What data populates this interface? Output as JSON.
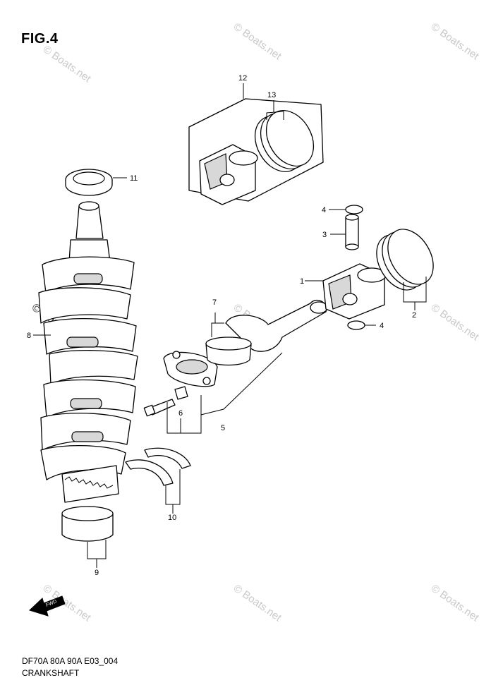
{
  "figure": {
    "title": "FIG.4"
  },
  "footer": {
    "model_code": "DF70A 80A 90A E03_004",
    "section_name": "CRANKSHAFT"
  },
  "watermark": {
    "text": "© Boats.net"
  },
  "icons": {
    "forward_arrow": "fwd-arrow-icon",
    "forward_label": "FWD"
  },
  "callouts": {
    "c1": "1",
    "c2": "2",
    "c3": "3",
    "c4a": "4",
    "c4b": "4",
    "c5": "5",
    "c6": "6",
    "c7": "7",
    "c8": "8",
    "c9": "9",
    "c10": "10",
    "c11": "11",
    "c12": "12",
    "c13": "13"
  }
}
